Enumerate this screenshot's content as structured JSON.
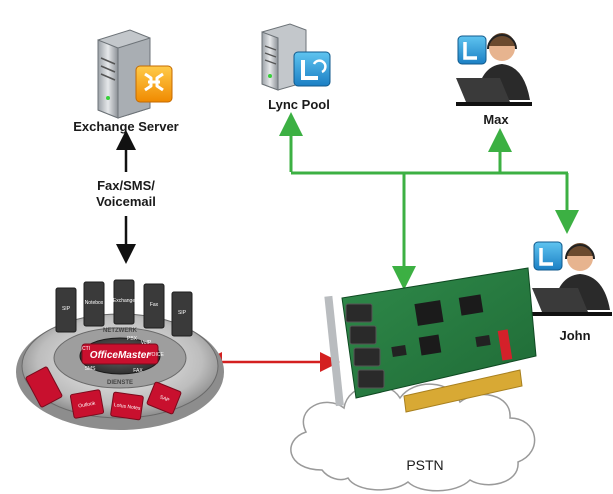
{
  "nodes": {
    "exchange": {
      "label": "Exchange Server"
    },
    "lync_pool": {
      "label": "Lync Pool"
    },
    "max": {
      "label": "Max"
    },
    "john": {
      "label": "John"
    },
    "pstn": {
      "label": "PSTN"
    },
    "officemaster": {
      "brand": "OfficeMaster",
      "ring_top": "NETZWERK",
      "ring_bottom": "DIENSTE",
      "top_units": [
        "SIP",
        "Notebox",
        "Exchange",
        "Fax",
        "SIP"
      ],
      "inner_labels": [
        "PBX",
        "VoIP",
        "VOICE",
        "FAX",
        "SMS",
        "CTI"
      ],
      "front_tiles": [
        "",
        "Outlook",
        "Lotus Notes",
        "SAP"
      ]
    }
  },
  "edges": {
    "exchange_officemaster": {
      "label_lines": [
        "Fax/SMS/",
        "Voicemail"
      ]
    }
  },
  "colors": {
    "green_line": "#3cb043",
    "red_arrow": "#d42020",
    "black_arrow": "#111111",
    "officemaster_red": "#c8102e"
  }
}
